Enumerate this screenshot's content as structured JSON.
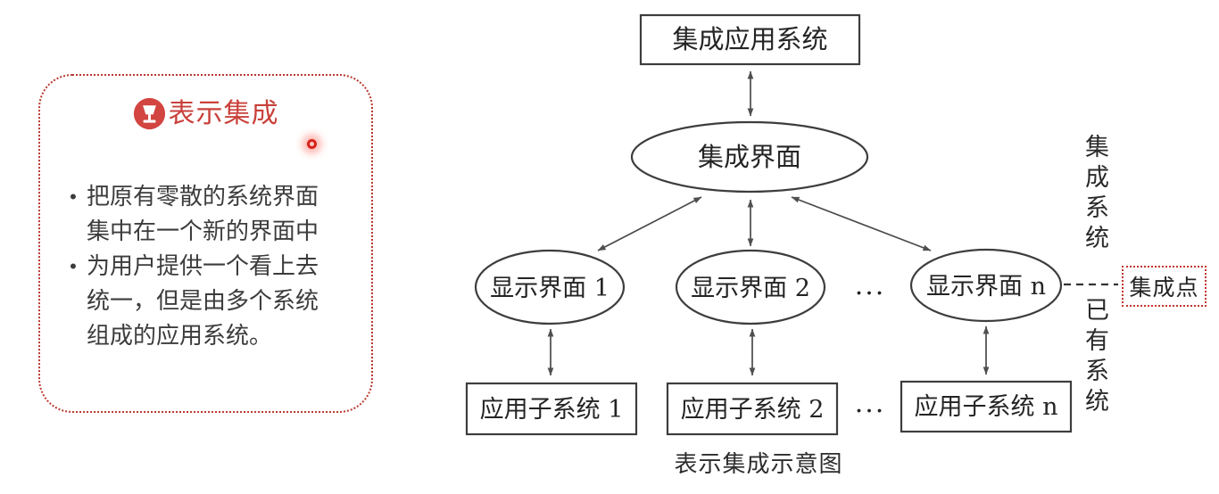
{
  "colors": {
    "accent_red": "#c9413b",
    "border_red": "#b8382f",
    "ink": "#2a2a2a"
  },
  "note_panel": {
    "title": "表示集成",
    "icon": "lamp-icon",
    "bullet_marker": "•",
    "bullets": [
      {
        "lines": [
          "把原有零散的系统界面",
          "集中在一个新的界面中"
        ]
      },
      {
        "lines": [
          "为用户提供一个看上去",
          "统一，但是由多个系统",
          "组成的应用系统。"
        ]
      }
    ]
  },
  "diagram": {
    "top_box": "集成应用系统",
    "hub_ellipse": "集成界面",
    "display_nodes": [
      "显示界面 1",
      "显示界面 2",
      "显示界面 n"
    ],
    "subsystem_boxes": [
      "应用子系统 1",
      "应用子系统 2",
      "应用子系统 n"
    ],
    "ellipsis": "...",
    "side_label_top": "集成系统",
    "side_label_bottom": "已有系统",
    "integration_point": "集成点",
    "caption": "表示集成示意图"
  }
}
